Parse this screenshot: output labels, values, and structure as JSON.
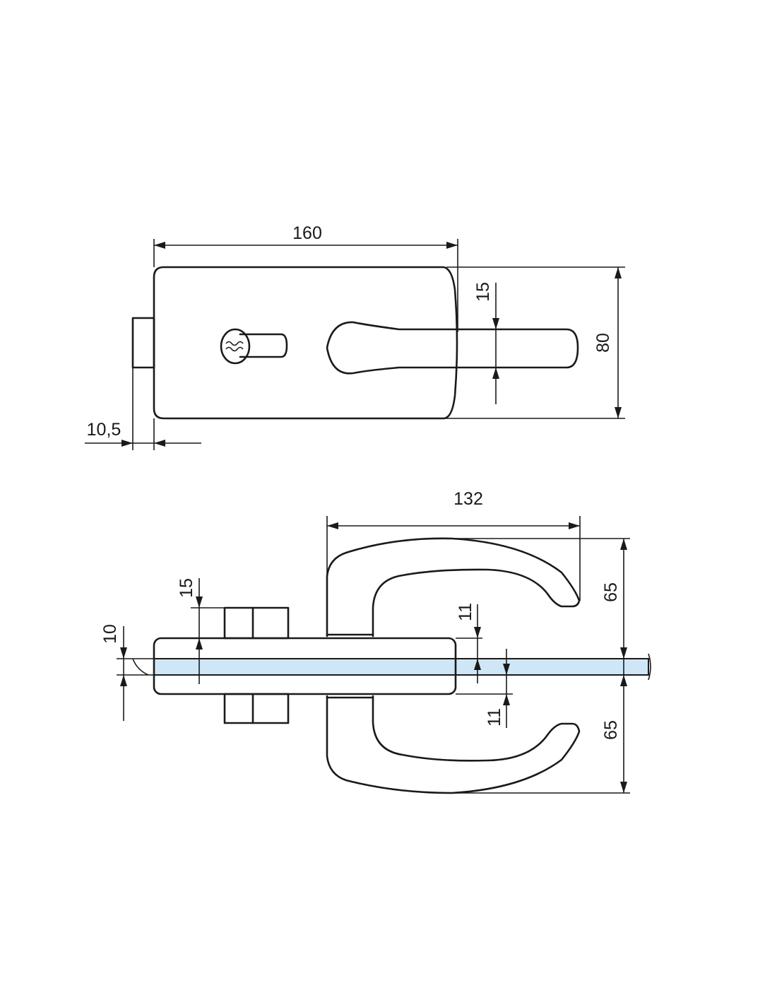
{
  "front_view": {
    "dim_width": "160",
    "dim_height": "80",
    "dim_handle": "15",
    "dim_offset": "10,5"
  },
  "side_view": {
    "dim_handle_reach": "132",
    "dim_handle_top": "65",
    "dim_handle_bottom": "65",
    "dim_block": "15",
    "dim_glass": "10",
    "dim_plate_top": "11",
    "dim_plate_bottom": "11"
  },
  "colors": {
    "glass": "#cfe6f7",
    "line": "#1a1a1a"
  }
}
